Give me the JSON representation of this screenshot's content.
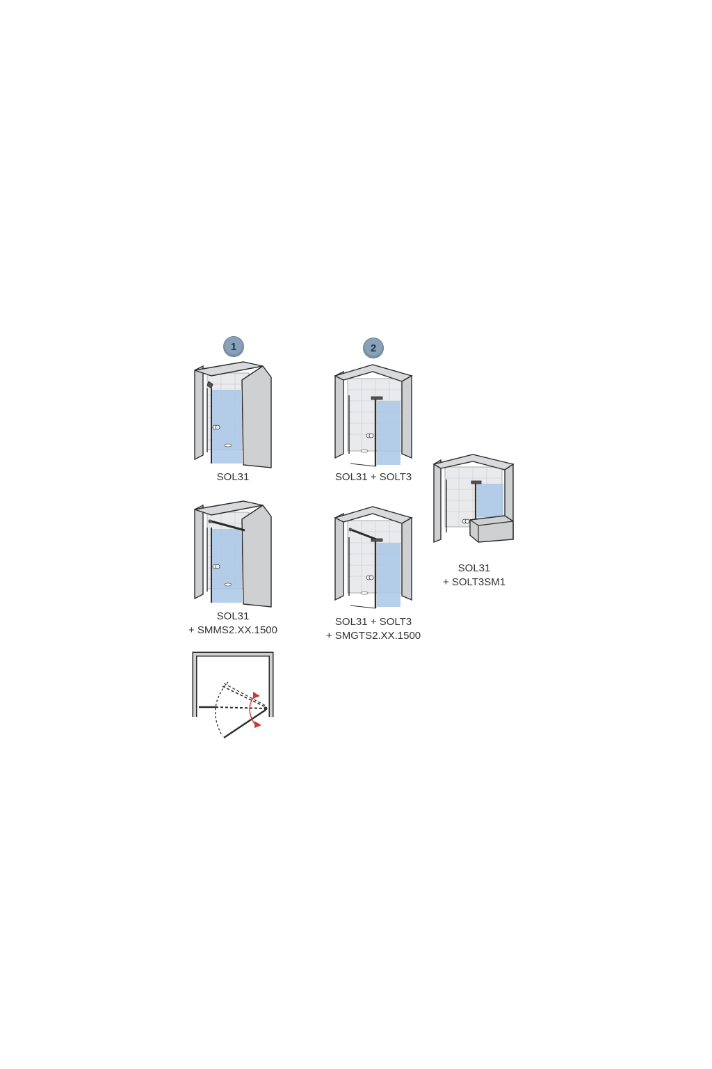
{
  "badges": {
    "one": "1",
    "two": "2"
  },
  "items": {
    "sol31": {
      "line1": "SOL31"
    },
    "sol31_solt3": {
      "line1": "SOL31 + SOLT3"
    },
    "sol31_solt3sm1": {
      "line1": "SOL31",
      "line2": "+ SOLT3SM1"
    },
    "sol31_smms2": {
      "line1": "SOL31",
      "line2": "+ SMMS2.XX.1500"
    },
    "sol31_solt3_smgts2": {
      "line1": "SOL31 + SOLT3",
      "line2": "+ SMGTS2.XX.1500"
    }
  },
  "colors": {
    "glass": "#a9c8e8",
    "wall": "#cfd0d2",
    "tile": "#e9eaec",
    "outline": "#2b2b2b",
    "arrow": "#cc3a32"
  }
}
